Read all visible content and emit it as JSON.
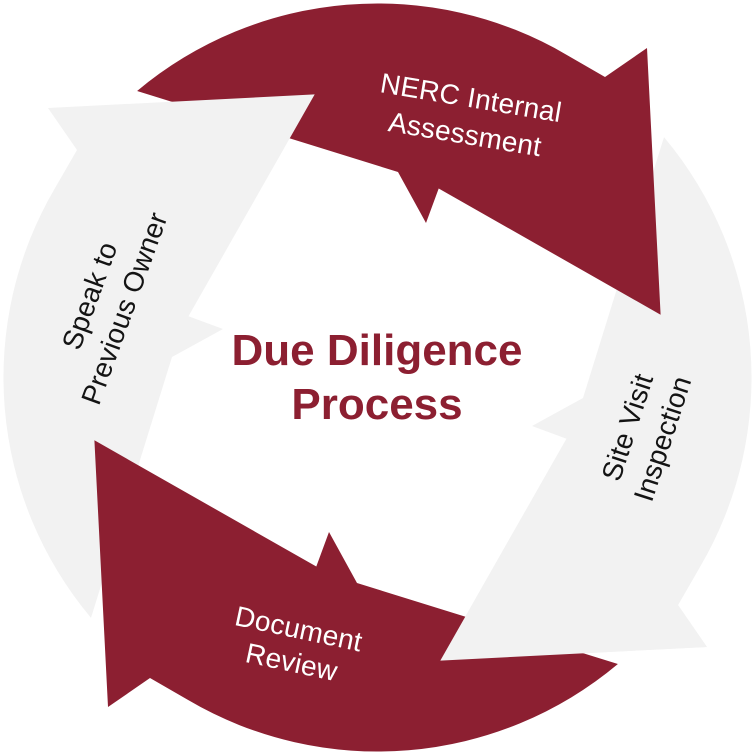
{
  "title": {
    "line1": "Due Diligence",
    "line2": "Process"
  },
  "colors": {
    "arrow_red": "#8c1f31",
    "arrow_gray": "#f2f2f2",
    "title_text": "#8c1f31",
    "label_on_red": "#ffffff",
    "label_on_gray": "#141414",
    "background": "#ffffff"
  },
  "steps": [
    {
      "name": "NERC Internal Assessment",
      "lines": [
        "NERC Internal",
        "Assessment"
      ],
      "fill": "#8c1f31",
      "position": "top"
    },
    {
      "name": "Site Visit Inspection",
      "lines": [
        "Site Visit",
        "Inspection"
      ],
      "fill": "#f2f2f2",
      "position": "right"
    },
    {
      "name": "Document Review",
      "lines": [
        "Document",
        "Review"
      ],
      "fill": "#8c1f31",
      "position": "bottom"
    },
    {
      "name": "Speak to Previous Owner",
      "lines": [
        "Speak to",
        "Previous Owner"
      ],
      "fill": "#f2f2f2",
      "position": "left"
    }
  ]
}
